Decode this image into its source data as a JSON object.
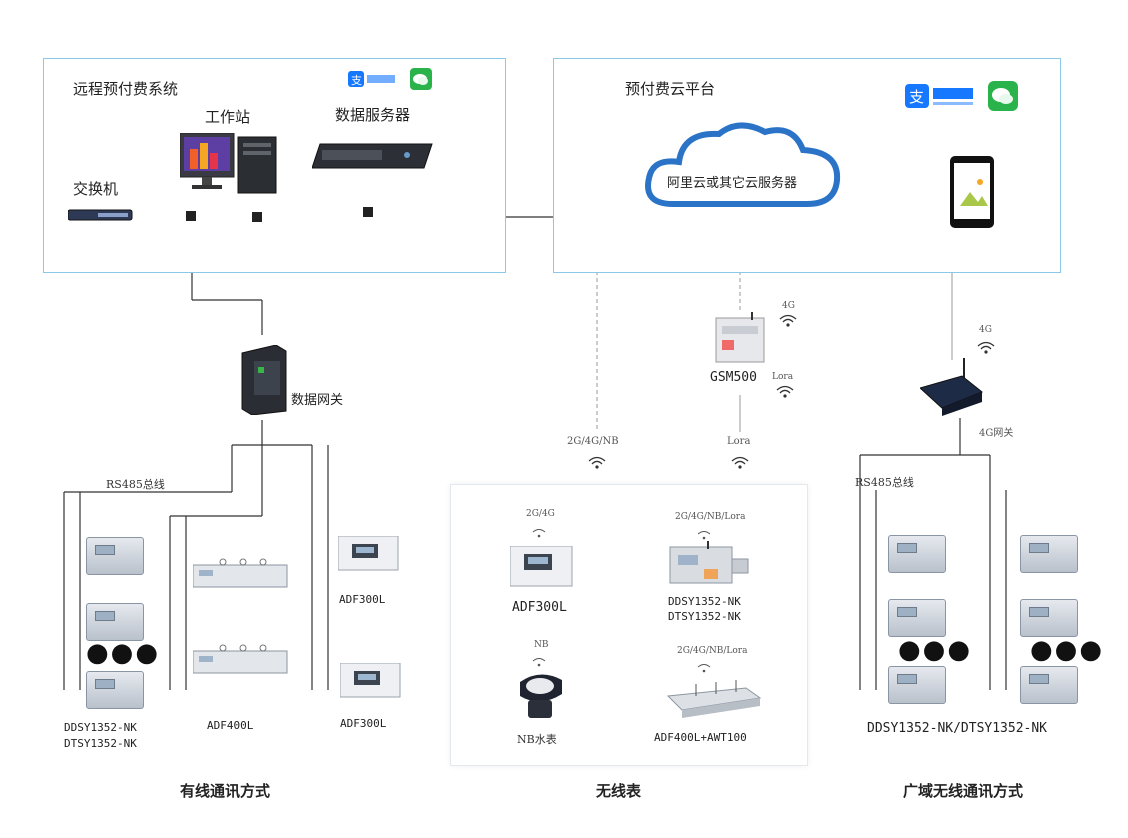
{
  "left_panel": {
    "title": "远程预付费系统",
    "workstation": "工作站",
    "data_server": "数据服务器",
    "switch": "交换机"
  },
  "right_panel": {
    "title": "预付费云平台",
    "cloud": "阿里云或其它云服务器"
  },
  "gateway": {
    "label": "数据网关"
  },
  "gsm": {
    "label": "GSM500",
    "lora": "Lora",
    "fourg": "4G"
  },
  "gw4g": {
    "fourg": "4G",
    "label": "4G网关"
  },
  "links": {
    "wireless": "2G/4G/NB",
    "lora": "Lora"
  },
  "wired": {
    "bus_label": "RS485总线",
    "meter_label_1": "DDSY1352-NK",
    "meter_label_2": "DTSY1352-NK",
    "adf400l": "ADF400L",
    "adf300l_a": "ADF300L",
    "adf300l_b": "ADF300L",
    "section": "有线通讯方式"
  },
  "wireless": {
    "adf300l_tag": "2G/4G",
    "adf300l": "ADF300L",
    "ddsy_tag": "2G/4G/NB/Lora",
    "ddsy_1": "DDSY1352-NK",
    "ddsy_2": "DTSY1352-NK",
    "nb_tag": "NB",
    "nb_meter": "NB水表",
    "awt_tag": "2G/4G/NB/Lora",
    "awt": "ADF400L+AWT100",
    "section": "无线表"
  },
  "wan": {
    "bus_label": "RS485总线",
    "meter_label": "DDSY1352-NK/DTSY1352-NK",
    "section": "广域无线通讯方式"
  },
  "icons": [
    "alipay-icon",
    "wechat-icon",
    "phone-icon",
    "cloud-icon",
    "wifi-icon"
  ],
  "colors": {
    "panel_border": "#8cc8e8",
    "cloud": "#2a73c7",
    "alipay": "#1677ff",
    "wechat": "#2bb34b"
  }
}
